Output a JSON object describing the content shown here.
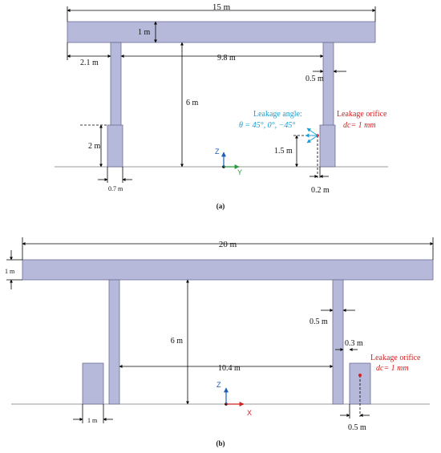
{
  "panel_a": {
    "caption": "(a)",
    "dims": {
      "total_width": "15 m",
      "roof_thickness": "1 m",
      "overhang": "2.1 m",
      "column_spacing": "9.8 m",
      "column_width": "0.5 m",
      "column_height": "6 m",
      "pump_height": "2 m",
      "leak_height": "1.5 m",
      "pump_width": "0.7 m",
      "leak_offset": "0.2 m"
    },
    "leakage_angle_title": "Leakage angle:",
    "leakage_angle_values": "θ = 45°, 0°, −45°",
    "orifice_title": "Leakage orifice",
    "orifice_value": "dc= 1 mm",
    "axis_z": "Z",
    "axis_y": "Y"
  },
  "panel_b": {
    "caption": "(b)",
    "dims": {
      "total_width": "20 m",
      "roof_thickness": "1 m",
      "column_height": "6 m",
      "column_width": "0.5 m",
      "pump_gap": "0.3 m",
      "column_spacing": "10.4 m",
      "pump_left_width": "1 m",
      "leak_offset": "0.5 m"
    },
    "orifice_title": "Leakage orifice",
    "orifice_value": "dc= 1 mm",
    "axis_z": "Z",
    "axis_x": "X"
  },
  "colors": {
    "structure": "#b6b9d9",
    "leak_red": "#d42020",
    "leak_blue": "#1aa0d6",
    "axis_z": "#1a5fb4",
    "axis_y": "#2a9a3a",
    "axis_x": "#d42020"
  }
}
